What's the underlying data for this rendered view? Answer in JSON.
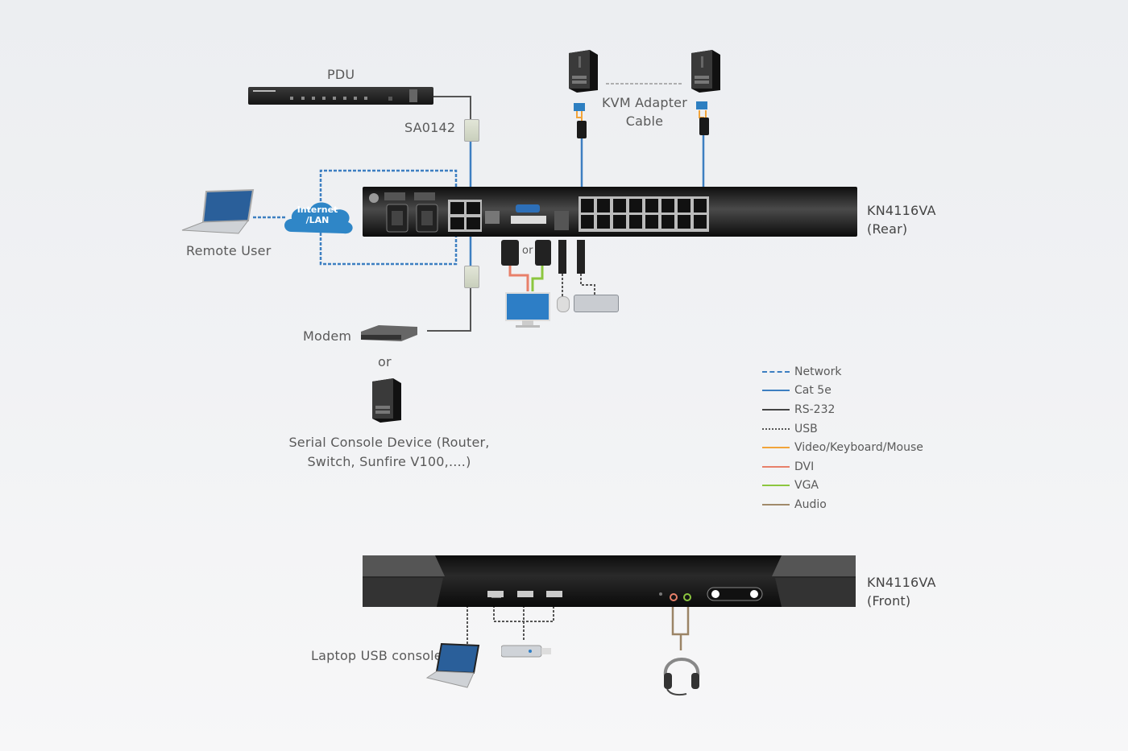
{
  "diagram": {
    "title": "KN4116VA connection diagram",
    "labels": {
      "pdu": "PDU",
      "sa0142": "SA0142",
      "kvm_adapter_cable_line1": "KVM Adapter",
      "kvm_adapter_cable_line2": "Cable",
      "internet_lan_line1": "Internet",
      "internet_lan_line2": "/LAN",
      "remote_user": "Remote User",
      "rear_model": "KN4116VA",
      "rear_view": "(Rear)",
      "or_video": "or",
      "modem": "Modem",
      "or_serial": "or",
      "serial_console_line1": "Serial Console Device (Router,",
      "serial_console_line2": "Switch, Sunfire V100,....)",
      "front_model": "KN4116VA",
      "front_view": "(Front)",
      "laptop_usb_console": "Laptop USB console"
    },
    "legend": [
      {
        "label": "Network",
        "color": "#3d7fc1",
        "style": "dashed"
      },
      {
        "label": "Cat 5e",
        "color": "#3d7fc1",
        "style": "solid"
      },
      {
        "label": "RS-232",
        "color": "#444444",
        "style": "solid"
      },
      {
        "label": "USB",
        "color": "#555555",
        "style": "dotted"
      },
      {
        "label": "Video/Keyboard/Mouse",
        "color": "#f2a43a",
        "style": "solid"
      },
      {
        "label": "DVI",
        "color": "#e8806a",
        "style": "solid"
      },
      {
        "label": "VGA",
        "color": "#8cc63f",
        "style": "solid"
      },
      {
        "label": "Audio",
        "color": "#a08a6a",
        "style": "solid"
      }
    ],
    "colors": {
      "network": "#3d7fc1",
      "rs232": "#555555",
      "dvi": "#e8806a",
      "vga": "#8cc63f",
      "audio": "#9b8466",
      "vkm": "#f2a43a",
      "device_dark": "#1e1e1e"
    }
  }
}
